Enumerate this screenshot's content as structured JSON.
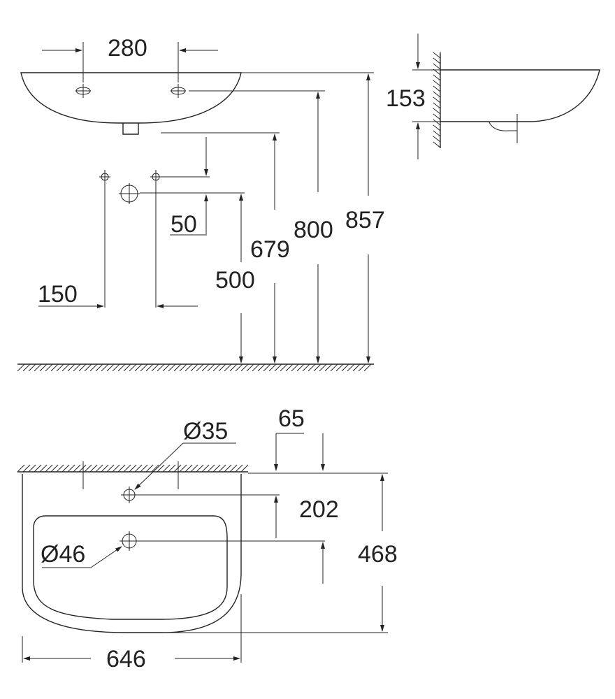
{
  "front_view": {
    "tap_hole_spacing": "280",
    "wall_hole_spacing": "150",
    "waste_offset": "50",
    "height_waste_outlet": "500",
    "height_waste_pipe": "679",
    "height_rim_hole": "800",
    "height_top": "857"
  },
  "side_view": {
    "rim_height": "153"
  },
  "plan_view": {
    "tap_hole_diameter": "Ø35",
    "overflow_offset": "65",
    "tap_hole_depth": "202",
    "depth": "468",
    "waste_diameter": "Ø46",
    "width": "646"
  }
}
